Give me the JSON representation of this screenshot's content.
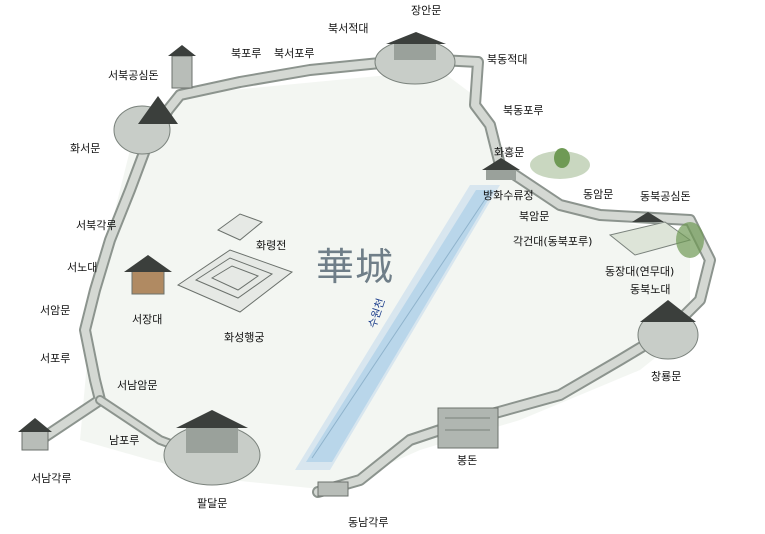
{
  "map": {
    "title": "華城",
    "stream_label": "수원천",
    "colors": {
      "wall": "#c8cdc8",
      "wall_dark": "#8c948e",
      "ground": "#eef2ed",
      "roof": "#3b3f3c",
      "stream": "#b9d6ea",
      "grass": "#6f9a55"
    },
    "labels": {
      "janganmun": "장안문",
      "bukseojeokdae": "북서적대",
      "bukpo": "북포루",
      "bukseopo": "북서포루",
      "bukdongjeokdae": "북동적대",
      "bukseogongsimdon": "서북공심돈",
      "bukdongpo": "북동포루",
      "hwaseomun": "화서문",
      "hwahongmun": "화홍문",
      "banghwasuryu": "방화수류정",
      "dongammun": "동암문",
      "dongbukgongsimdon": "동북공심돈",
      "bugammun": "북암문",
      "seobukgak": "서북각루",
      "hwaryeongjeon": "화령전",
      "gakgeondae": "각건대(동북포루)",
      "seonodae": "서노대",
      "dongjangdae": "동장대(연무대)",
      "dongbuknodae": "동북노대",
      "seoammun": "서암문",
      "seojangdae": "서장대",
      "hwaseonghaenggung": "화성행궁",
      "seopo": "서포루",
      "seonamammun": "서남암문",
      "changryongmun": "창룡문",
      "nampo": "남포루",
      "bongdon": "봉돈",
      "seonamgak": "서남각루",
      "paldalmun": "팔달문",
      "dongnamgak": "동남각루"
    }
  }
}
